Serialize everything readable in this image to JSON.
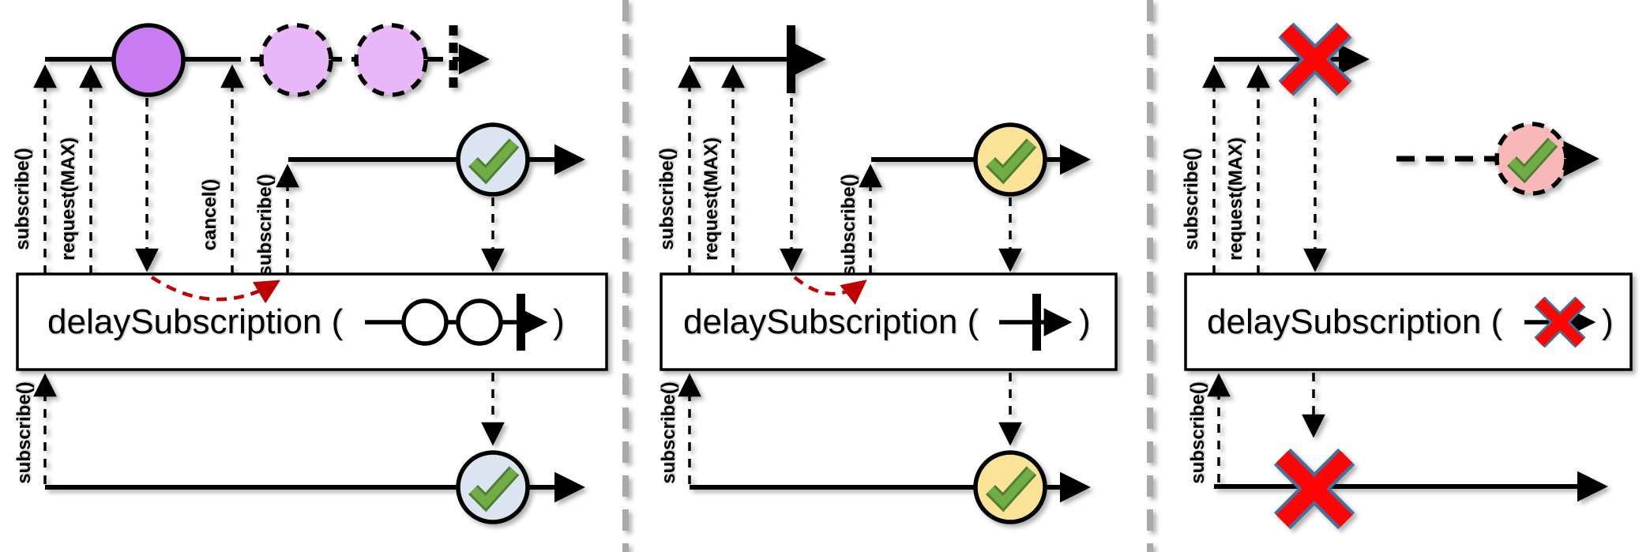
{
  "colors": {
    "purple_marble": "#c97bf2",
    "purple_marble_ghost": "#e9b7f8",
    "blue_marble": "#dbe5f1",
    "yellow_marble": "#fae396",
    "pink_marble_ghost": "#f9b8b8",
    "plain_marble": "#ffffff",
    "check_green": "#71ad47",
    "check_green_dark": "#507e32",
    "error_red": "#fe0505",
    "error_outline_blue": "#41719c",
    "signal_arc_red": "#c00000",
    "divider_gray": "#a9a9a9",
    "stroke_black": "#000000"
  },
  "panels": [
    {
      "operator": {
        "label": "delaySubscription",
        "open_paren": "(",
        "close_paren": ")"
      },
      "signals": {
        "subscribe_source": "subscribe()",
        "request_max": "request(MAX)",
        "cancel": "cancel()",
        "subscribe_main": "subscribe()",
        "subscribe_output": "subscribe()"
      }
    },
    {
      "operator": {
        "label": "delaySubscription",
        "open_paren": "(",
        "close_paren": ")"
      },
      "signals": {
        "subscribe_source": "subscribe()",
        "request_max": "request(MAX)",
        "subscribe_main": "subscribe()",
        "subscribe_output": "subscribe()"
      }
    },
    {
      "operator": {
        "label": "delaySubscription",
        "open_paren": "(",
        "close_paren": ")"
      },
      "signals": {
        "subscribe_source": "subscribe()",
        "request_max": "request(MAX)",
        "subscribe_output": "subscribe()"
      }
    }
  ]
}
